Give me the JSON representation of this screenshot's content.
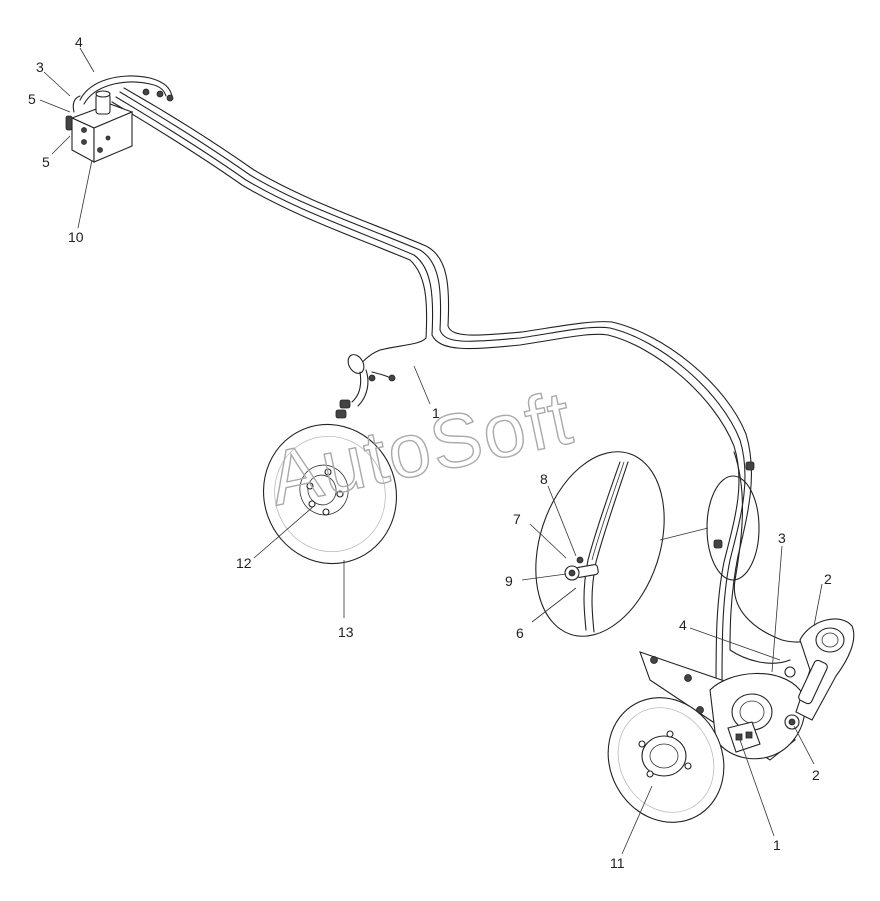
{
  "watermark": "AutoSoft",
  "callouts": {
    "c1a": "1",
    "c1b": "1",
    "c2a": "2",
    "c2b": "2",
    "c3a": "3",
    "c3b": "3",
    "c4a": "4",
    "c4b": "4",
    "c5a": "5",
    "c5b": "5",
    "c6": "6",
    "c7": "7",
    "c8": "8",
    "c9": "9",
    "c10": "10",
    "c11": "11",
    "c12": "12",
    "c13": "13"
  }
}
